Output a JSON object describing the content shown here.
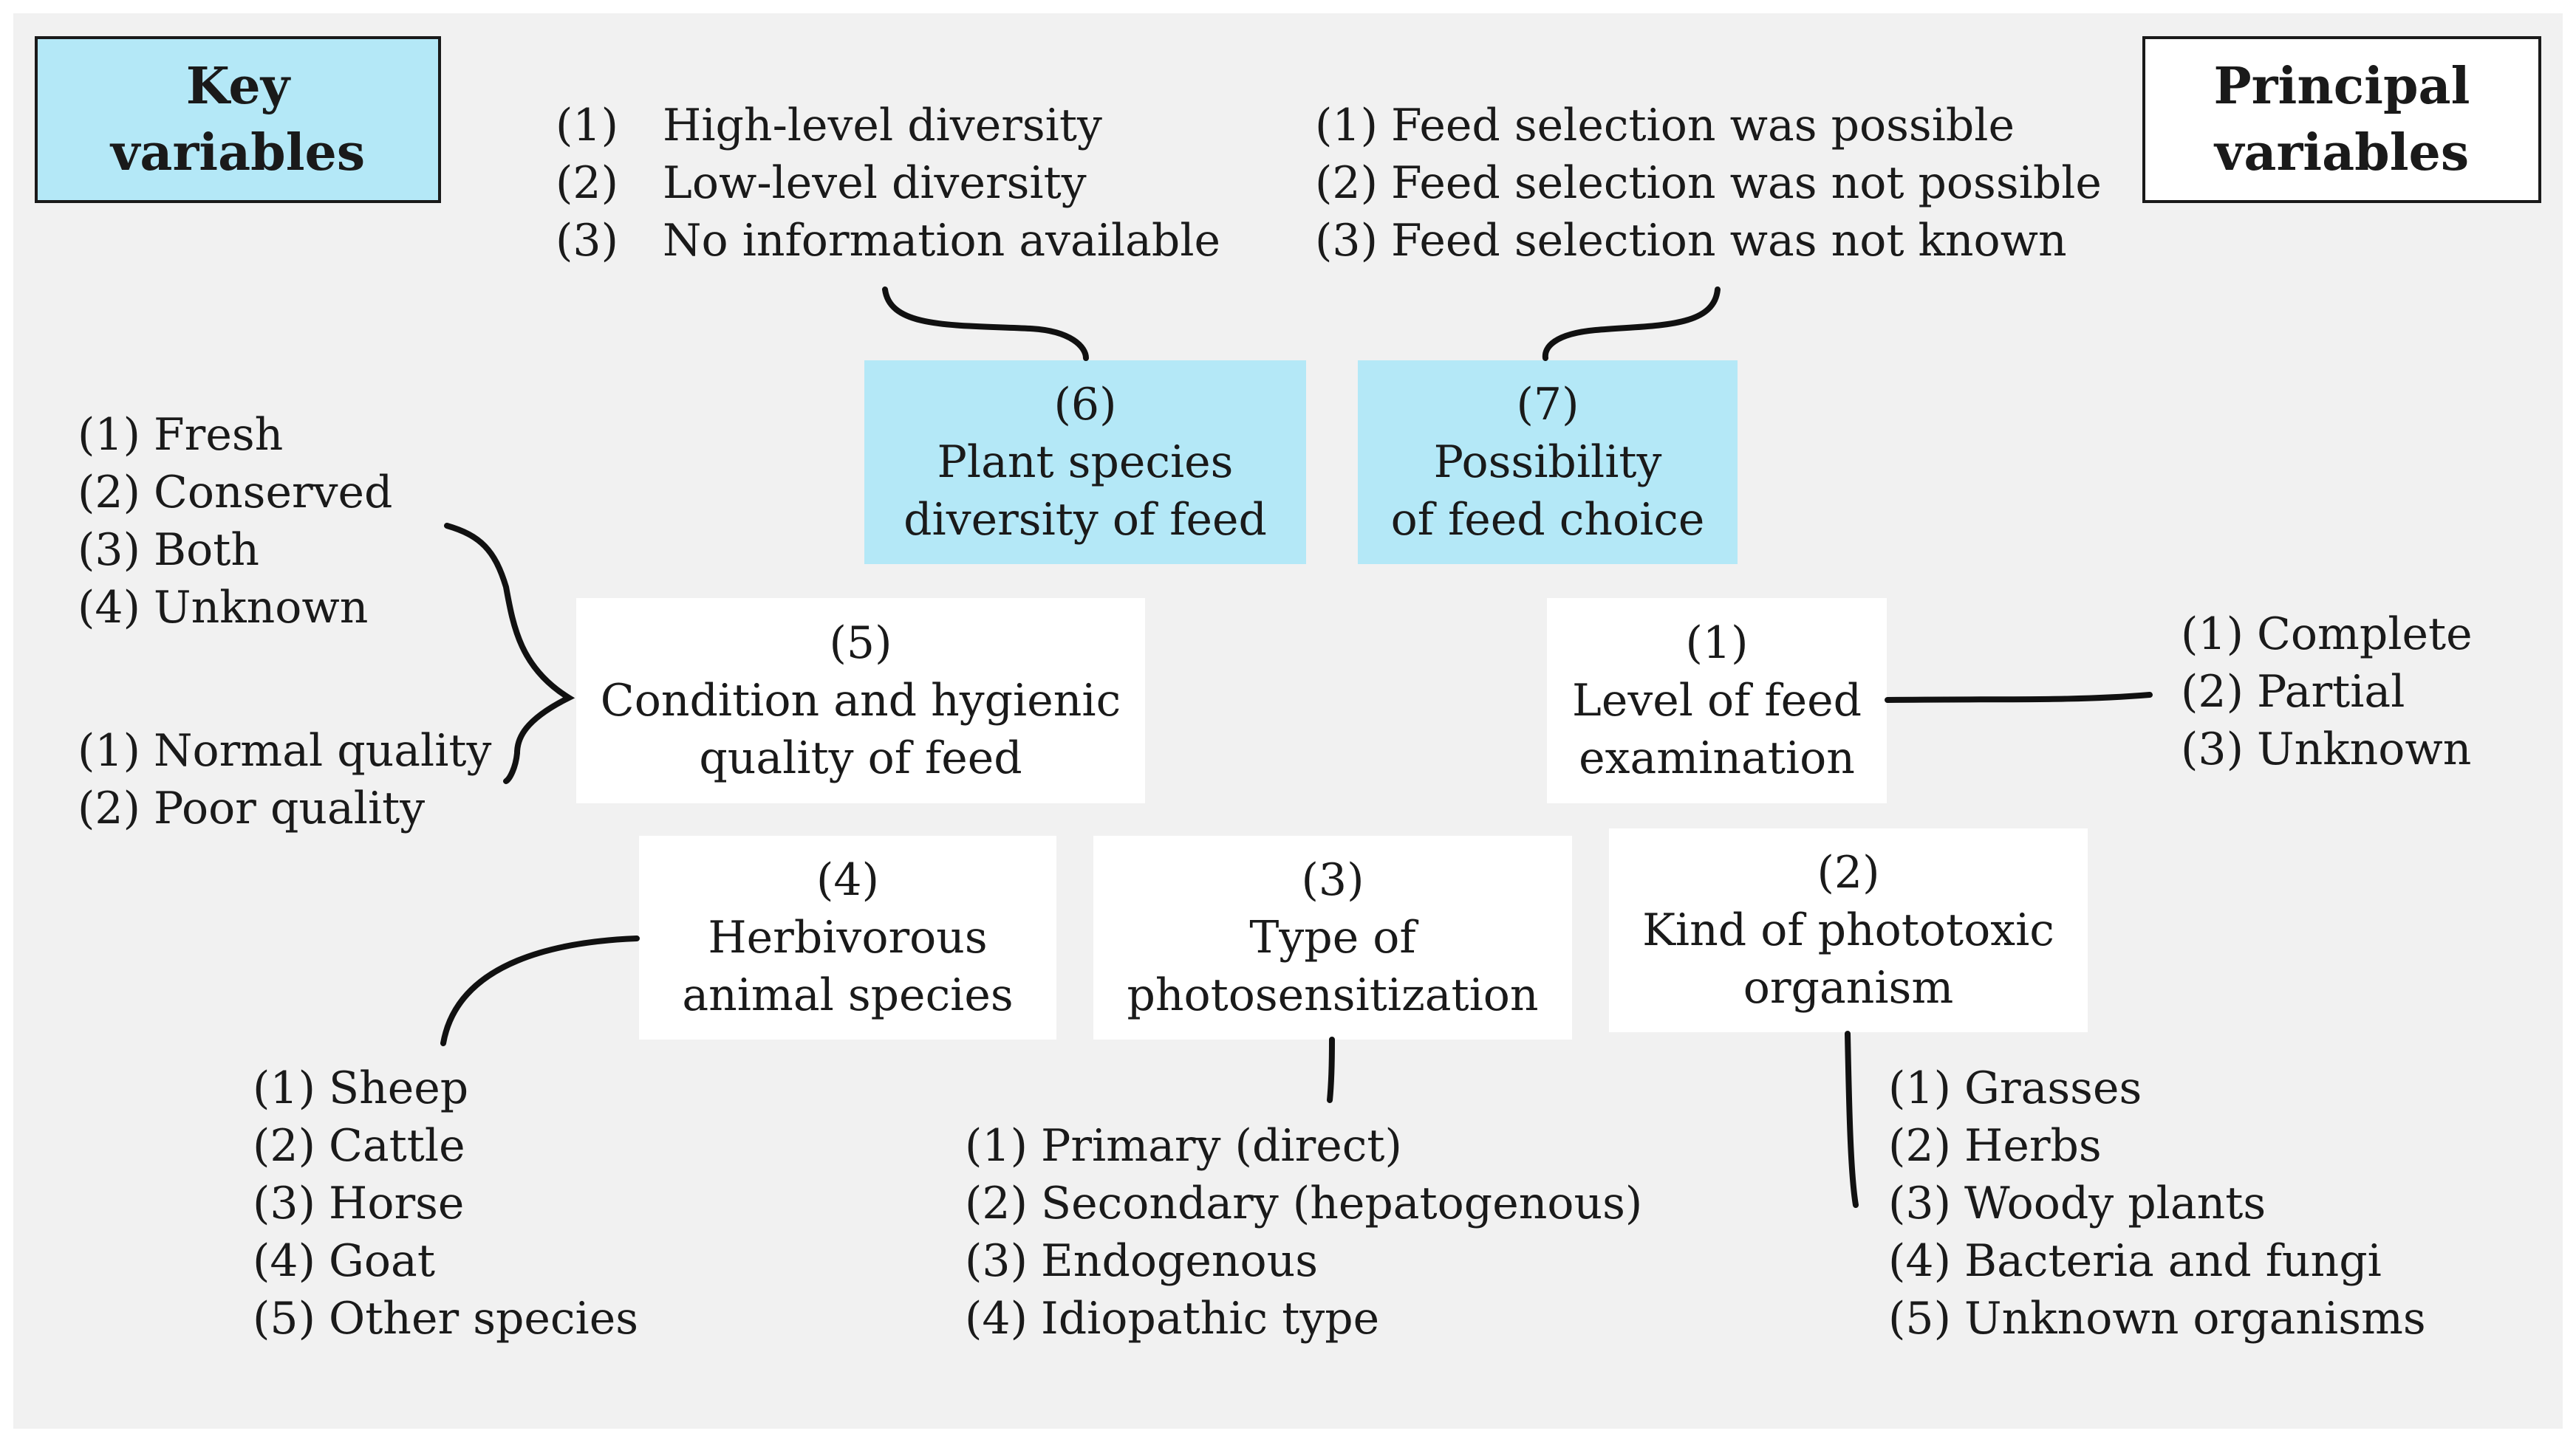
{
  "legend": {
    "key": "Key variables",
    "principal": "Principal variables"
  },
  "variables": [
    {
      "id": "v1",
      "number": "(1)",
      "label": "Level of feed examination",
      "type": "principal",
      "options": [
        {
          "n": "(1)",
          "t": "Complete"
        },
        {
          "n": "(2)",
          "t": "Partial"
        },
        {
          "n": "(3)",
          "t": "Unknown"
        }
      ]
    },
    {
      "id": "v2",
      "number": "(2)",
      "label": "Kind of phototoxic organism",
      "type": "principal",
      "options": [
        {
          "n": "(1)",
          "t": "Grasses"
        },
        {
          "n": "(2)",
          "t": "Herbs"
        },
        {
          "n": "(3)",
          "t": "Woody plants"
        },
        {
          "n": "(4)",
          "t": "Bacteria and fungi"
        },
        {
          "n": "(5)",
          "t": "Unknown organisms"
        }
      ]
    },
    {
      "id": "v3",
      "number": "(3)",
      "label": "Type of photosensitization",
      "type": "principal",
      "options": [
        {
          "n": "(1)",
          "t": "Primary (direct)"
        },
        {
          "n": "(2)",
          "t": "Secondary (hepatogenous)"
        },
        {
          "n": "(3)",
          "t": "Endogenous"
        },
        {
          "n": "(4)",
          "t": "Idiopathic type"
        }
      ]
    },
    {
      "id": "v4",
      "number": "(4)",
      "label": "Herbivorous animal species",
      "type": "principal",
      "options": [
        {
          "n": "(1)",
          "t": "Sheep"
        },
        {
          "n": "(2)",
          "t": "Cattle"
        },
        {
          "n": "(3)",
          "t": "Horse"
        },
        {
          "n": "(4)",
          "t": "Goat"
        },
        {
          "n": "(5)",
          "t": "Other species"
        }
      ]
    },
    {
      "id": "v5",
      "number": "(5)",
      "label": "Condition and hygienic quality of feed",
      "type": "principal",
      "options_condition": [
        {
          "n": "(1)",
          "t": "Fresh"
        },
        {
          "n": "(2)",
          "t": "Conserved"
        },
        {
          "n": "(3)",
          "t": "Both"
        },
        {
          "n": "(4)",
          "t": "Unknown"
        }
      ],
      "options_quality": [
        {
          "n": "(1)",
          "t": "Normal quality"
        },
        {
          "n": "(2)",
          "t": "Poor quality"
        }
      ]
    },
    {
      "id": "v6",
      "number": "(6)",
      "label": "Plant species diversity of feed",
      "type": "key",
      "options": [
        {
          "n": "(1)",
          "t": "High-level diversity"
        },
        {
          "n": "(2)",
          "t": "Low-level diversity"
        },
        {
          "n": "(3)",
          "t": "No information available"
        }
      ]
    },
    {
      "id": "v7",
      "number": "(7)",
      "label": "Possibility of feed choice",
      "type": "key",
      "options": [
        {
          "n": "(1)",
          "t": "Feed selection was possible"
        },
        {
          "n": "(2)",
          "t": "Feed selection was not possible"
        },
        {
          "n": "(3)",
          "t": "Feed selection was not known"
        }
      ]
    }
  ],
  "box_lines": {
    "v1": [
      "Level of feed",
      "examination"
    ],
    "v2": [
      "Kind of phototoxic",
      "organism"
    ],
    "v3": [
      "Type of",
      "photosensitization"
    ],
    "v4": [
      "Herbivorous",
      "animal species"
    ],
    "v5": [
      "Condition and hygienic",
      "quality of feed"
    ],
    "v6": [
      "Plant species",
      "diversity of feed"
    ],
    "v7": [
      "Possibility",
      "of feed choice"
    ]
  },
  "legend_lines": {
    "key": [
      "Key",
      "variables"
    ],
    "principal": [
      "Principal",
      "variables"
    ]
  },
  "colors": {
    "key_fill": "#b4e8f7",
    "principal_fill": "#ffffff",
    "panel": "#f1f1f1",
    "stroke": "#111111"
  }
}
